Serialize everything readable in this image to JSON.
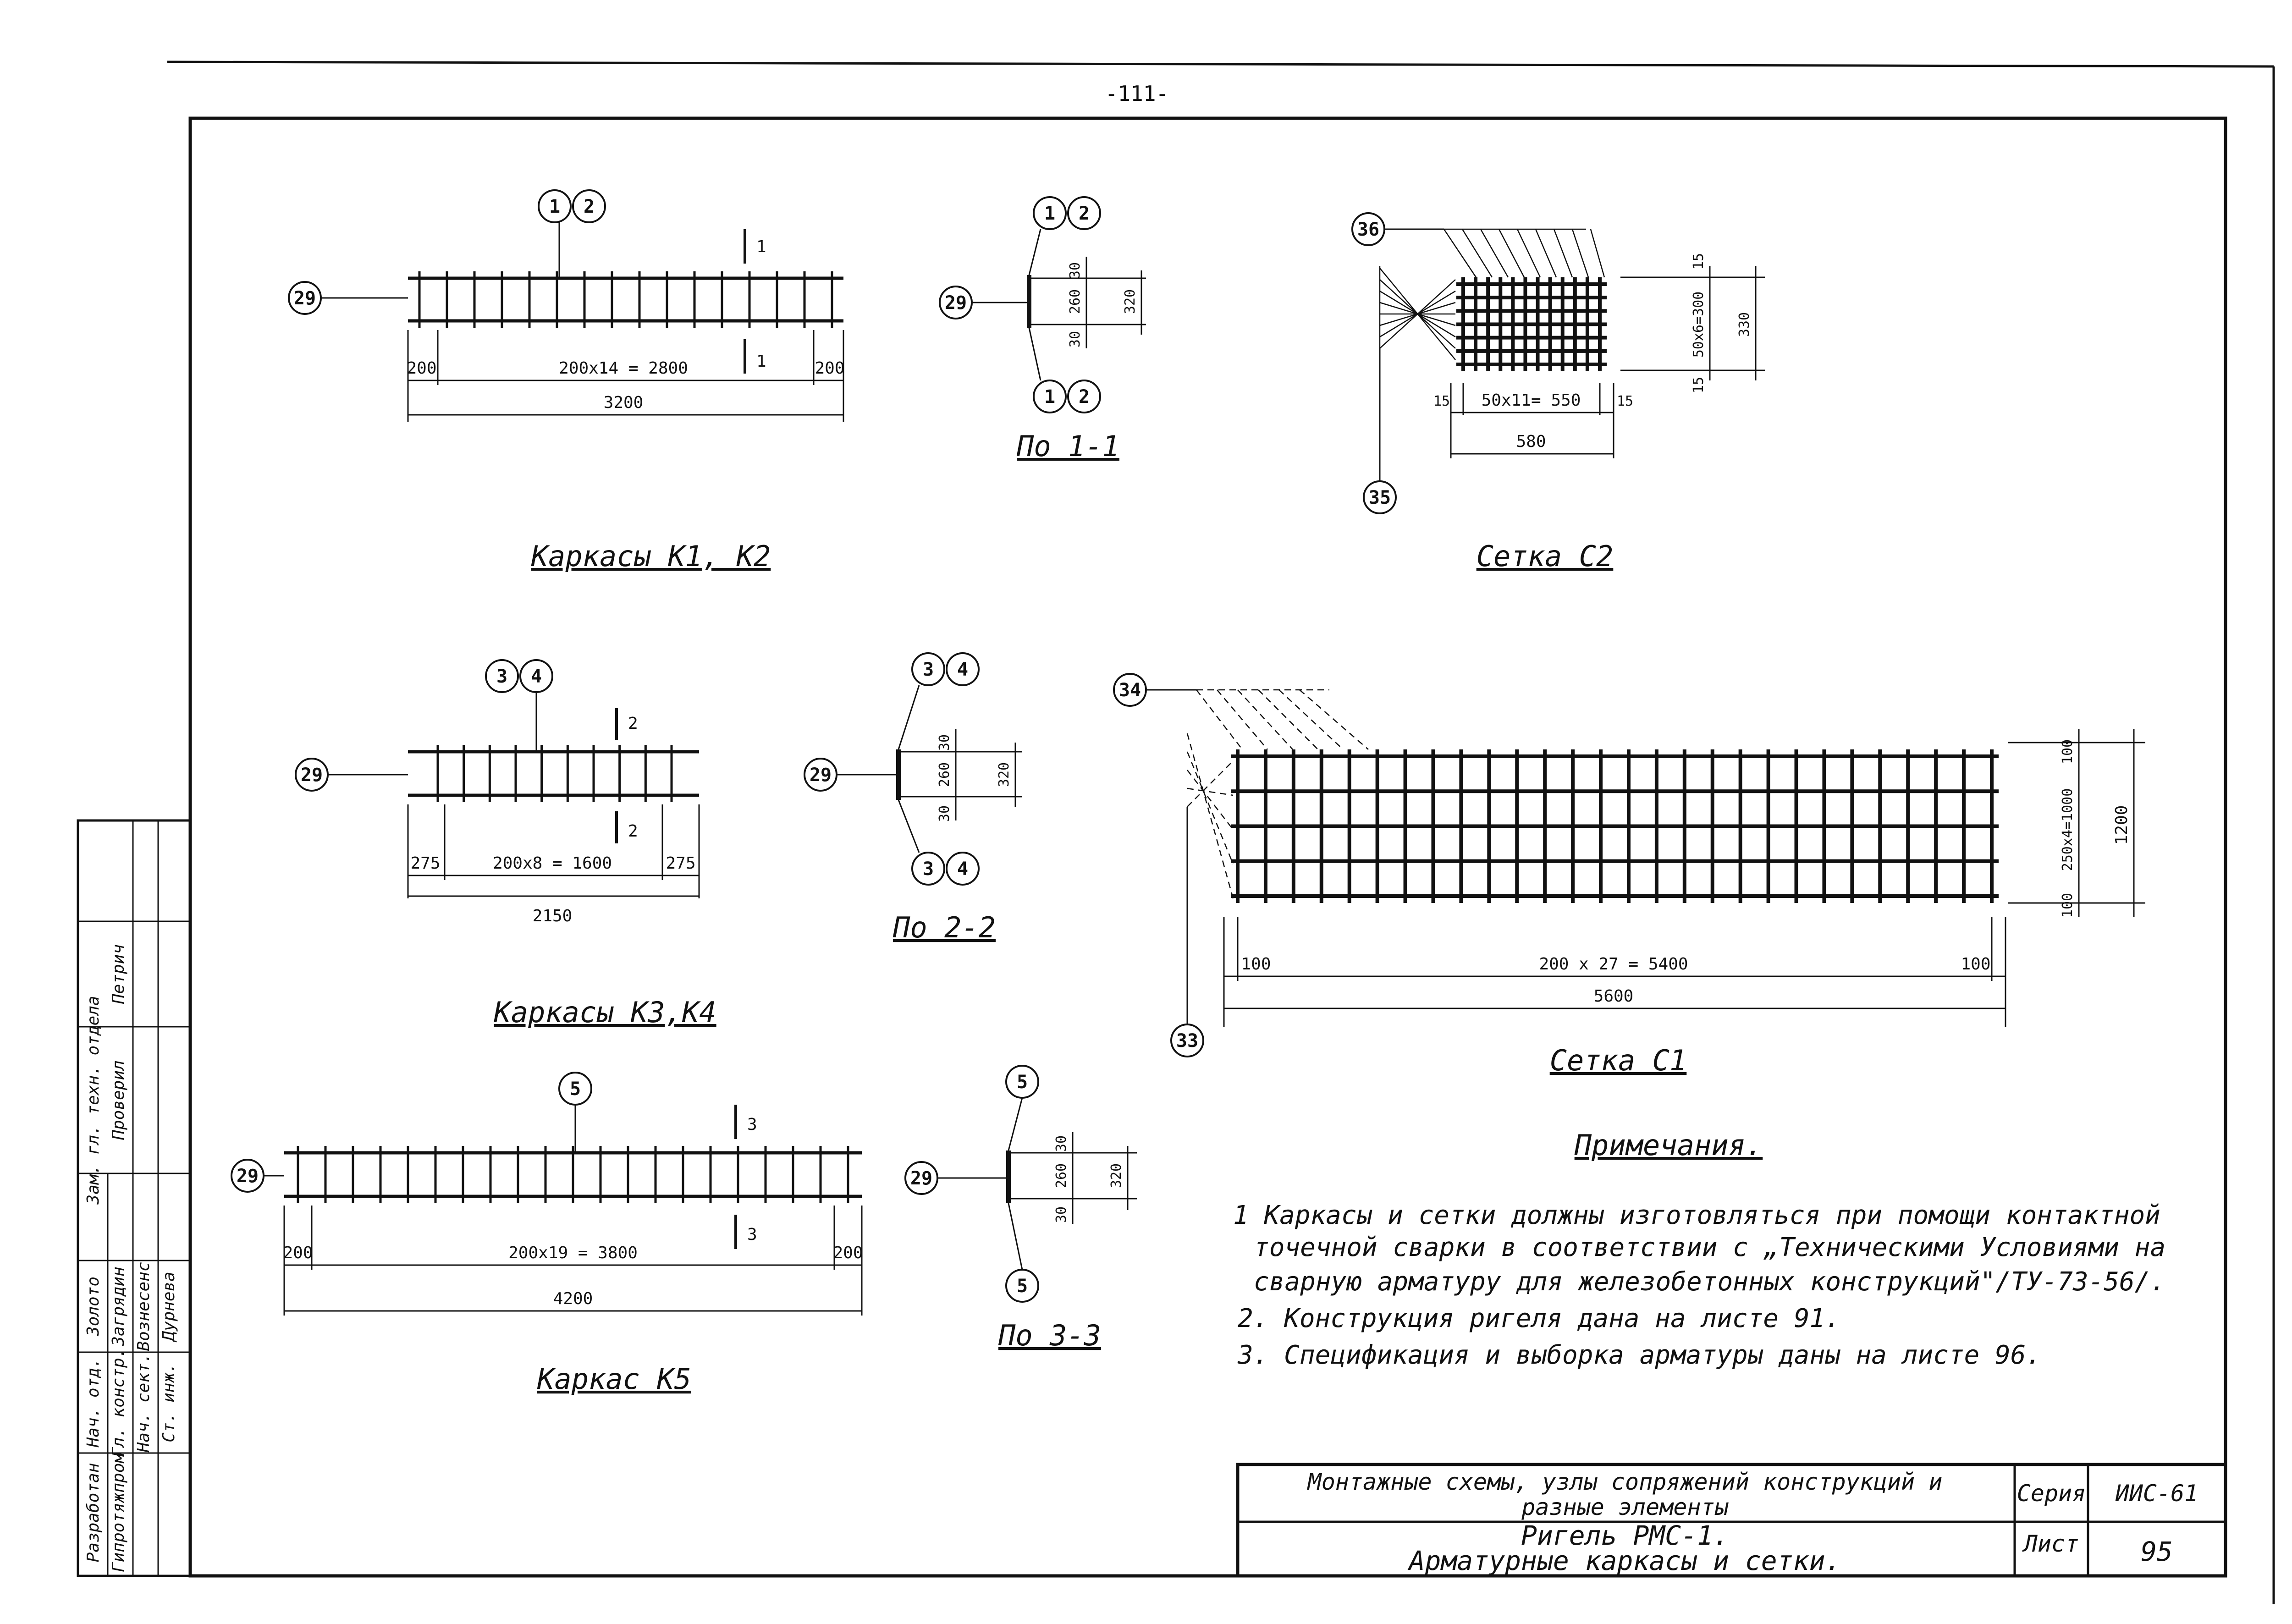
{
  "page_number": "-111-",
  "frames": {
    "k1k2": {
      "title": "Каркасы К1, К2",
      "callout_top": [
        "1",
        "2"
      ],
      "callout_left": "29",
      "section_mark": "1",
      "dims": {
        "left": "200",
        "middle": "200x14 = 2800",
        "right": "200",
        "overall": "3200"
      },
      "section": {
        "title": "По 1-1",
        "top": [
          "1",
          "2"
        ],
        "bottom": [
          "1",
          "2"
        ],
        "left": "29",
        "dims": [
          "30",
          "260",
          "30",
          "320"
        ]
      }
    },
    "k3k4": {
      "title": "Каркасы К3,К4",
      "callout_top": [
        "3",
        "4"
      ],
      "callout_left": "29",
      "section_mark": "2",
      "dims": {
        "left": "275",
        "middle": "200x8 = 1600",
        "right": "275",
        "overall": "2150"
      },
      "section": {
        "title": "По 2-2",
        "top": [
          "3",
          "4"
        ],
        "bottom": [
          "3",
          "4"
        ],
        "left": "29",
        "dims": [
          "30",
          "260",
          "30",
          "320"
        ]
      }
    },
    "k5": {
      "title": "Каркас К5",
      "callout_top": [
        "5"
      ],
      "callout_left": "29",
      "section_mark": "3",
      "dims": {
        "left": "200",
        "middle": "200x19 = 3800",
        "right": "200",
        "overall": "4200"
      },
      "section": {
        "title": "По 3-3",
        "top": [
          "5"
        ],
        "bottom": [
          "5"
        ],
        "left": "29",
        "dims": [
          "30",
          "260",
          "30",
          "320"
        ]
      }
    }
  },
  "meshes": {
    "c2": {
      "title": "Сетка С2",
      "callout_top": "36",
      "callout_bottom": "35",
      "dims": {
        "left": "15",
        "middle": "50x11= 550",
        "right": "15",
        "overall": "580",
        "v_top": "15",
        "v_middle": "50x6=300",
        "v_bottom": "15",
        "v_overall": "330"
      }
    },
    "c1": {
      "title": "Сетка С1",
      "callout_top": "34",
      "callout_bottom": "33",
      "dims": {
        "left": "100",
        "middle": "200 x 27 = 5400",
        "right": "100",
        "overall": "5600",
        "v_top": "100",
        "v_middle": "250x4=1000",
        "v_bottom": "100",
        "v_overall": "1200"
      }
    }
  },
  "notes": {
    "heading": "Примечания.",
    "lines": [
      "1 Каркасы и сетки должны изготовляться при помощи контактной",
      "точечной сварки  в соответствии с „Техническими Условиями на",
      "сварную арматуру для железобетонных конструкций\"/ТУ-73-56/.",
      "2. Конструкция ригеля дана на листе 91.",
      "3. Спецификация  и выборка  арматуры даны на листе 96."
    ]
  },
  "title_block": {
    "project_line1": "Монтажные схемы, узлы сопряжений конструкций  и",
    "project_line2": "разные  элементы",
    "sheet_line1": "Ригель РМС-1.",
    "sheet_line2": "Арматурные каркасы и сетки.",
    "series_label": "Серия",
    "series_value": "ИИС-61",
    "sheet_label": "Лист",
    "sheet_value": "95"
  },
  "side_stamp": {
    "col_labels": [
      "Разработан",
      "Гипротяжпром"
    ],
    "rows": [
      [
        "Нач. отд.",
        "Золото"
      ],
      [
        "Гл. констр.",
        "Загрядин"
      ],
      [
        "Нач. сект.",
        "Вознесенс"
      ],
      [
        "Ст. инж.",
        "Дурнева"
      ]
    ],
    "extra": [
      "Зам. гл. техн. отдела",
      "Проверил",
      "Петрич"
    ]
  }
}
